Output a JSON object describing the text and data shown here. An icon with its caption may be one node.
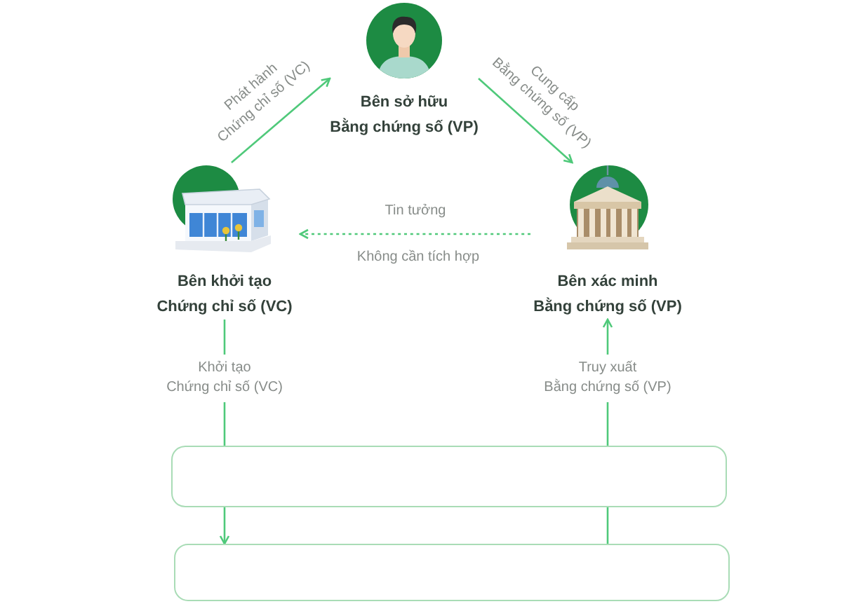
{
  "diagram": {
    "nodes": [
      {
        "text": [
          "Bên sở hữu Bằng chứng số (VP)"
        ]
      },
      {
        "text": [
          "Bên khởi tạo Chứng chỉ số (VC)"
        ]
      },
      {
        "text": [
          "Bên xác minh Bằng chứng số (VP)"
        ]
      },
      {
        "text": [],
        "shape": "box"
      },
      {
        "text": [],
        "shape": "box"
      }
    ],
    "edges": [
      {
        "from": 1,
        "to": 0,
        "arrow": "to",
        "label": "Phát hành Chứng chỉ số (VC)"
      },
      {
        "from": 0,
        "to": 2,
        "arrow": "to",
        "label": "Cung cấp Bằng chứng số (VP)"
      },
      {
        "from": 2,
        "to": 1,
        "arrow": "to",
        "label": "Tin tưởng",
        "style": "dashed"
      },
      {
        "from": 1,
        "to": 3,
        "arrow": "none",
        "label": "Khởi tạo Chứng chỉ số (VC)"
      },
      {
        "from": 3,
        "to": 4,
        "arrow": "to"
      },
      {
        "from": 3,
        "to": 2,
        "arrow": "to",
        "label": "Truy xuất Bằng chứng số (VP)"
      },
      {
        "from": 4,
        "to": 3,
        "arrow": "none"
      }
    ],
    "labels": [
      "Không cần tích hợp"
    ]
  }
}
